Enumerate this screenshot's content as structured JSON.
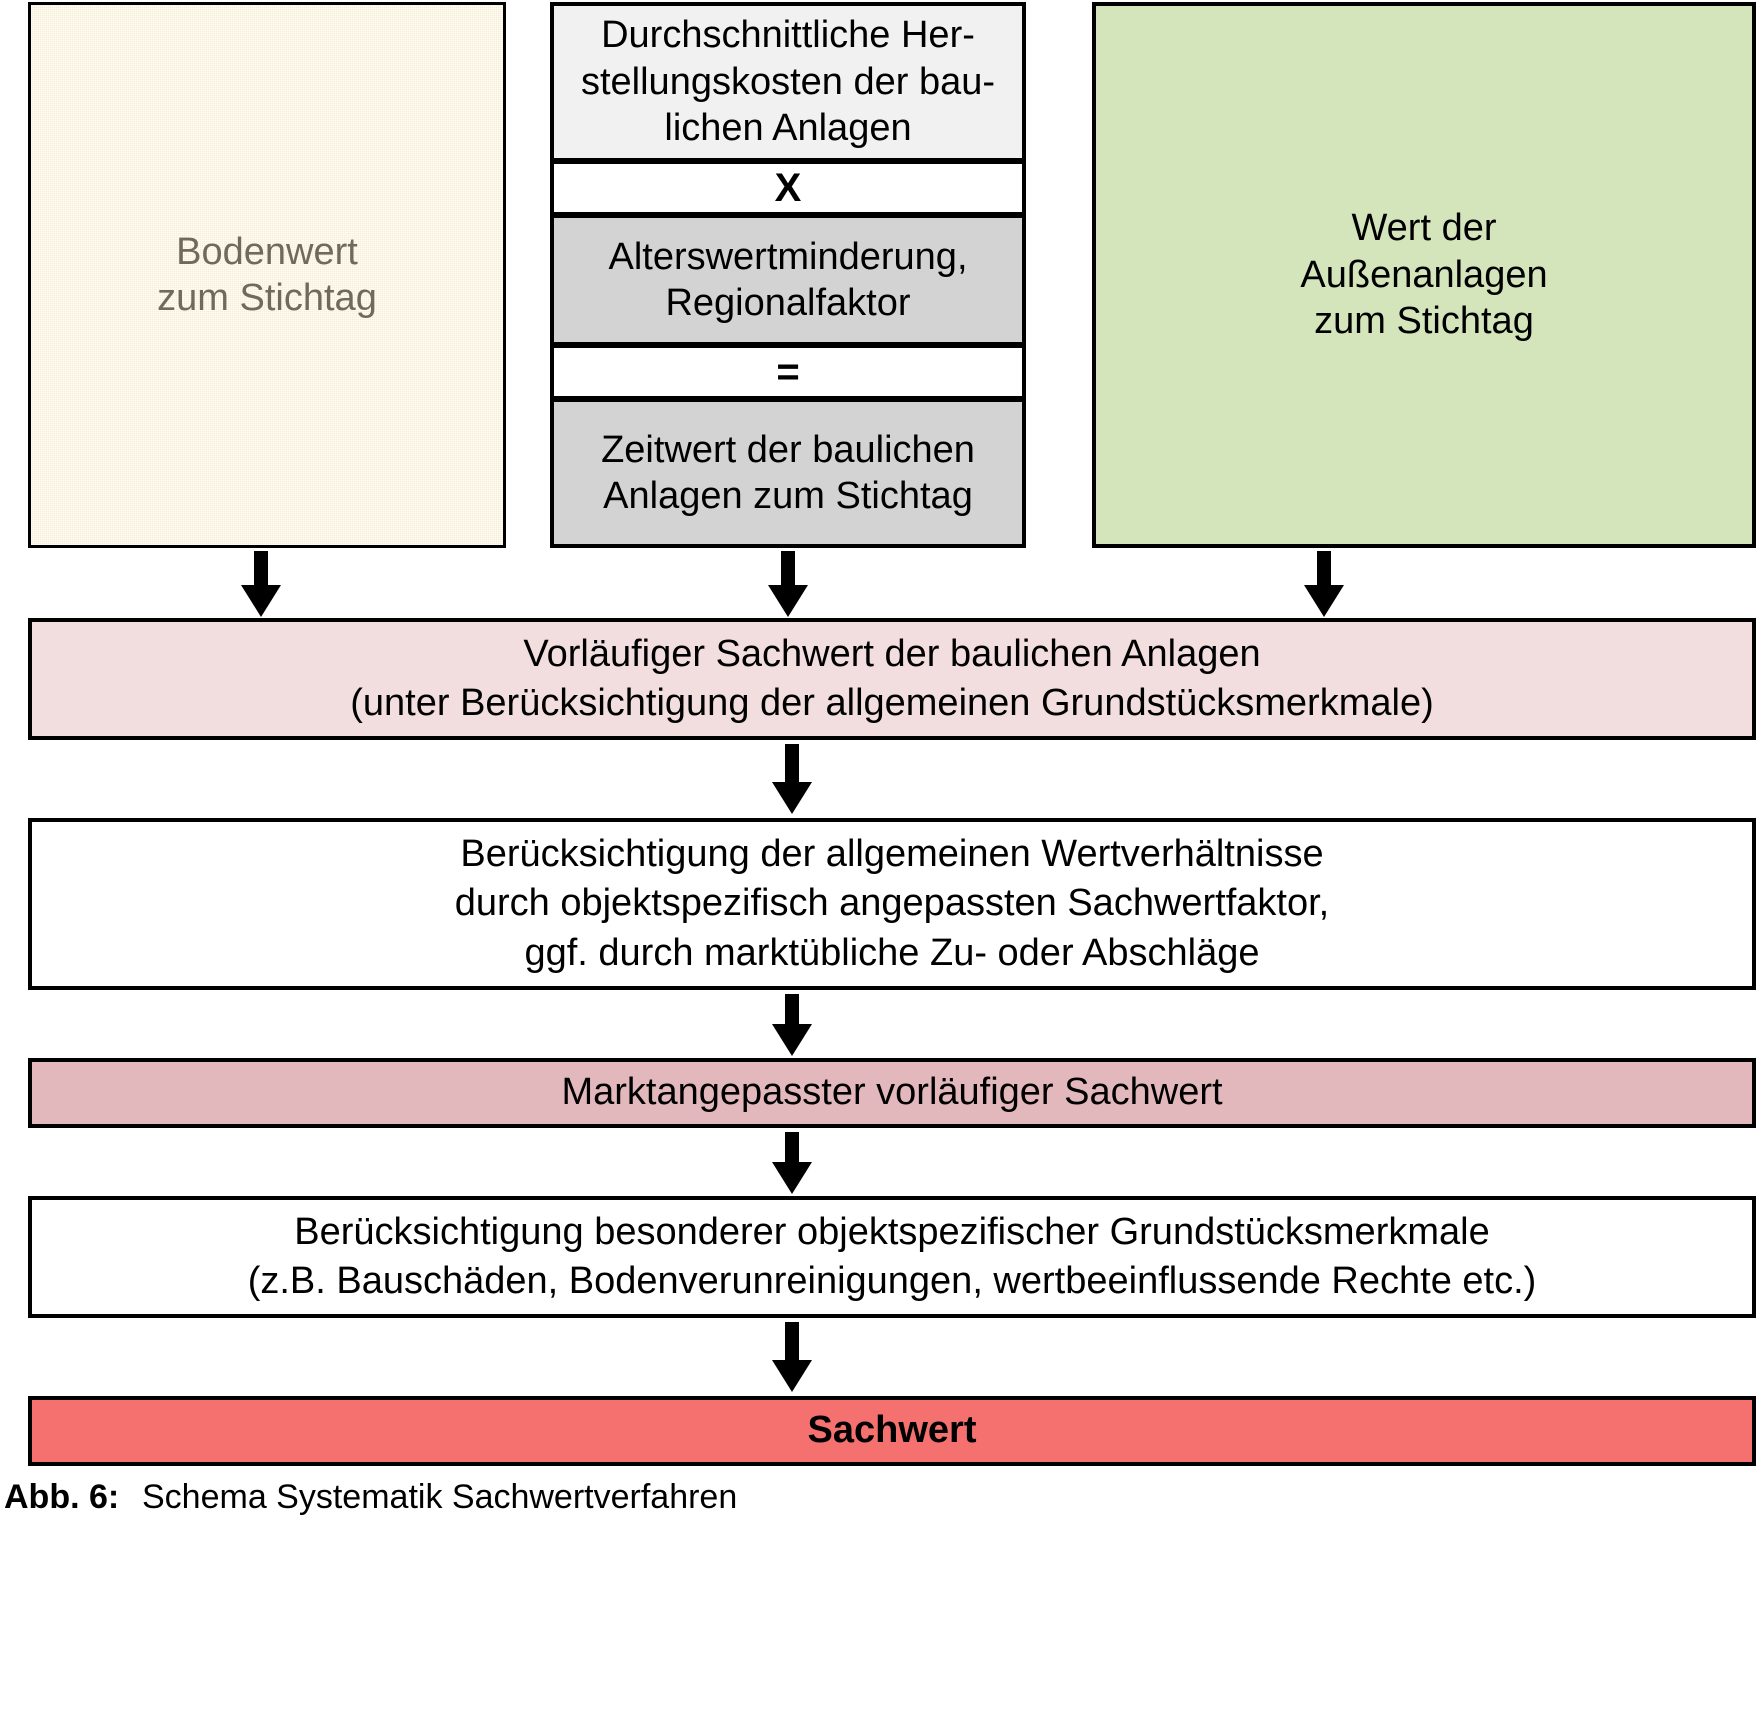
{
  "diagram": {
    "top_row": {
      "left_box": {
        "text": "Bodenwert\nzum Stichtag",
        "color": "#f7edd2"
      },
      "right_box": {
        "text": "Wert der\nAußenanlagen\nzum Stichtag",
        "color": "#d4e4bb"
      }
    },
    "middle_stack": {
      "herstellungskosten": {
        "text": "Durchschnittliche Her-\nstellungskosten der bau-\nlichen Anlagen",
        "color": "#f1f1f1"
      },
      "operator_multiply": {
        "text": "X",
        "color": "#ffffff"
      },
      "altersminderung": {
        "text": "Alterswertminderung,\nRegionalfaktor",
        "color": "#d3d3d3"
      },
      "operator_equals": {
        "text": "=",
        "color": "#ffffff"
      },
      "zeitwert": {
        "text": "Zeitwert der baulichen\nAnlagen zum Stichtag",
        "color": "#d3d3d3"
      }
    },
    "flow": [
      {
        "id": "vorlaeufiger-sachwert",
        "text": "Vorläufiger Sachwert der baulichen Anlagen\n(unter Berücksichtigung der allgemeinen Grundstücksmerkmale)",
        "color": "#f2dedf"
      },
      {
        "id": "wertverhaeltnisse",
        "text": "Berücksichtigung der allgemeinen Wertverhältnisse\ndurch objektspezifisch angepassten Sachwertfaktor,\nggf. durch marktübliche Zu- oder Abschläge",
        "color": "#ffffff"
      },
      {
        "id": "marktangepasster-sachwert",
        "text": "Marktangepasster vorläufiger Sachwert",
        "color": "#e3b8bd"
      },
      {
        "id": "besondere-merkmale",
        "text": "Berücksichtigung besonderer objektspezifischer Grundstücksmerkmale\n(z.B. Bauschäden, Bodenverunreinigungen, wertbeeinflussende Rechte etc.)",
        "color": "#ffffff"
      },
      {
        "id": "sachwert",
        "text": "Sachwert",
        "color": "#f4716f"
      }
    ],
    "arrow_color": "#000000"
  },
  "caption": {
    "label": "Abb. 6:",
    "text": "Schema Systematik Sachwertverfahren"
  }
}
